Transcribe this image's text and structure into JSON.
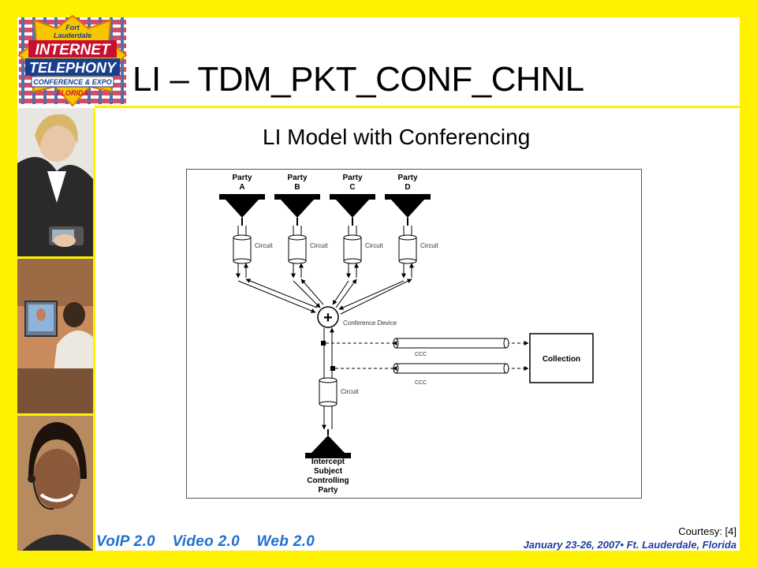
{
  "slide": {
    "title": "LI – TDM_PKT_CONF_CHNL",
    "subtitle": "LI Model with Conferencing",
    "courtesy": "Courtesy: [4]"
  },
  "logo": {
    "line1": "Fort",
    "line2": "Lauderdale",
    "line3": "INTERNET",
    "line4": "TELEPHONY",
    "line5": "CONFERENCE & EXPO",
    "line6": "FLORIDA"
  },
  "diagram": {
    "parties": [
      {
        "label_top": "Party",
        "label_bottom": "A"
      },
      {
        "label_top": "Party",
        "label_bottom": "B"
      },
      {
        "label_top": "Party",
        "label_bottom": "C"
      },
      {
        "label_top": "Party",
        "label_bottom": "D"
      }
    ],
    "circuit_label": "Circuit",
    "conference_symbol": "+",
    "conference_label": "Conference Device",
    "ccc_label": "CCC",
    "collection_label": "Collection",
    "subject": [
      "Intercept",
      "Subject",
      "Controlling",
      "Party"
    ]
  },
  "footer": {
    "left": [
      "VoIP 2.0",
      "Video 2.0",
      "Web 2.0"
    ],
    "right": "January 23-26, 2007• Ft. Lauderdale, Florida"
  },
  "colors": {
    "frame_yellow": "#fff200",
    "footer_blue": "#1f6fd0",
    "footer_navy": "#1f3f9c"
  }
}
